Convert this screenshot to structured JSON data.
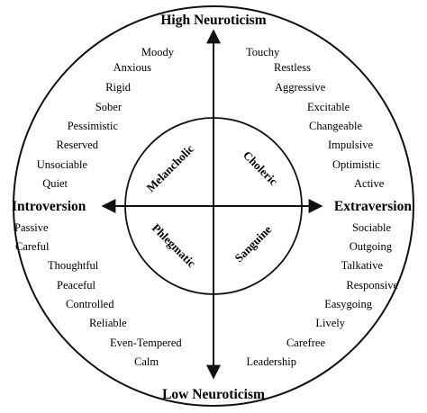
{
  "axes": {
    "top": "High Neuroticism",
    "bottom": "Low Neuroticism",
    "left": "Introversion",
    "right": "Extraversion"
  },
  "temperaments": {
    "upper_left": "Melancholic",
    "upper_right": "Choleric",
    "lower_left": "Phlegmatic",
    "lower_right": "Sanguine"
  },
  "traits": {
    "upper_left": [
      "Moody",
      "Anxious",
      "Rigid",
      "Sober",
      "Pessimistic",
      "Reserved",
      "Unsociable",
      "Quiet"
    ],
    "upper_right": [
      "Touchy",
      "Restless",
      "Aggressive",
      "Excitable",
      "Changeable",
      "Impulsive",
      "Optimistic",
      "Active"
    ],
    "lower_left": [
      "Passive",
      "Careful",
      "Thoughtful",
      "Peaceful",
      "Controlled",
      "Reliable",
      "Even-Tempered",
      "Calm"
    ],
    "lower_right": [
      "Sociable",
      "Outgoing",
      "Talkative",
      "Responsive",
      "Easygoing",
      "Lively",
      "Carefree",
      "Leadership"
    ]
  }
}
